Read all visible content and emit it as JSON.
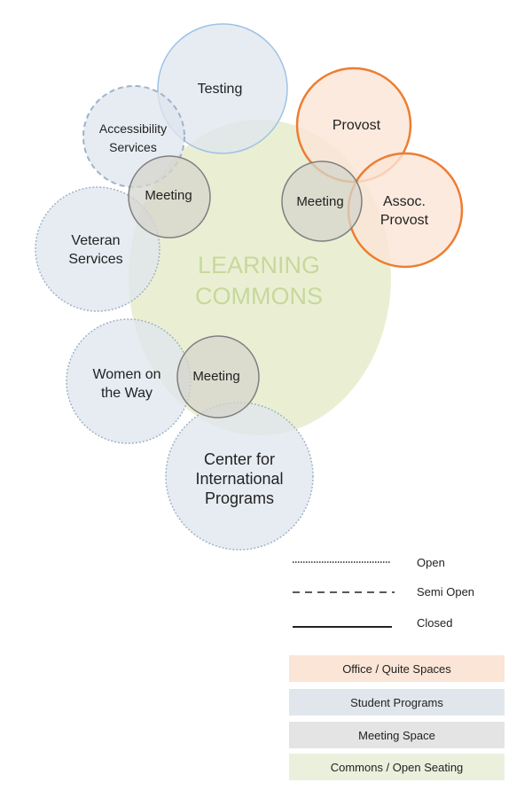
{
  "diagram": {
    "commons_line1": "LEARNING",
    "commons_line2": "COMMONS",
    "testing": "Testing",
    "accessibility_line1": "Accessibility",
    "accessibility_line2": "Services",
    "veteran_line1": "Veteran",
    "veteran_line2": "Services",
    "women_line1": "Women on",
    "women_line2": "the Way",
    "cip_line1": "Center for",
    "cip_line2": "International",
    "cip_line3": "Programs",
    "provost": "Provost",
    "assoc_line1": "Assoc.",
    "assoc_line2": "Provost",
    "meeting": "Meeting"
  },
  "legend": {
    "open": "Open",
    "semi_open": "Semi Open",
    "closed": "Closed",
    "office": "Office / Quite Spaces",
    "student": "Student Programs",
    "meeting_space": "Meeting Space",
    "commons": "Commons / Open Seating"
  },
  "colors": {
    "commons_fill": "#e6eccc",
    "commons_text": "#c7d89a",
    "student_fill": "#dfe6ee",
    "student_stroke": "#9fb3c8",
    "testing_stroke": "#9ec2e6",
    "office_fill": "#fbe5d6",
    "office_stroke": "#ed7d31",
    "meeting_fill": "#d6d4cc",
    "meeting_stroke": "#7f7f7f",
    "swatch_office": "#fbe5d6",
    "swatch_student": "#e0e6ec",
    "swatch_meeting": "#e4e4e4",
    "swatch_commons": "#eaf0dc"
  }
}
